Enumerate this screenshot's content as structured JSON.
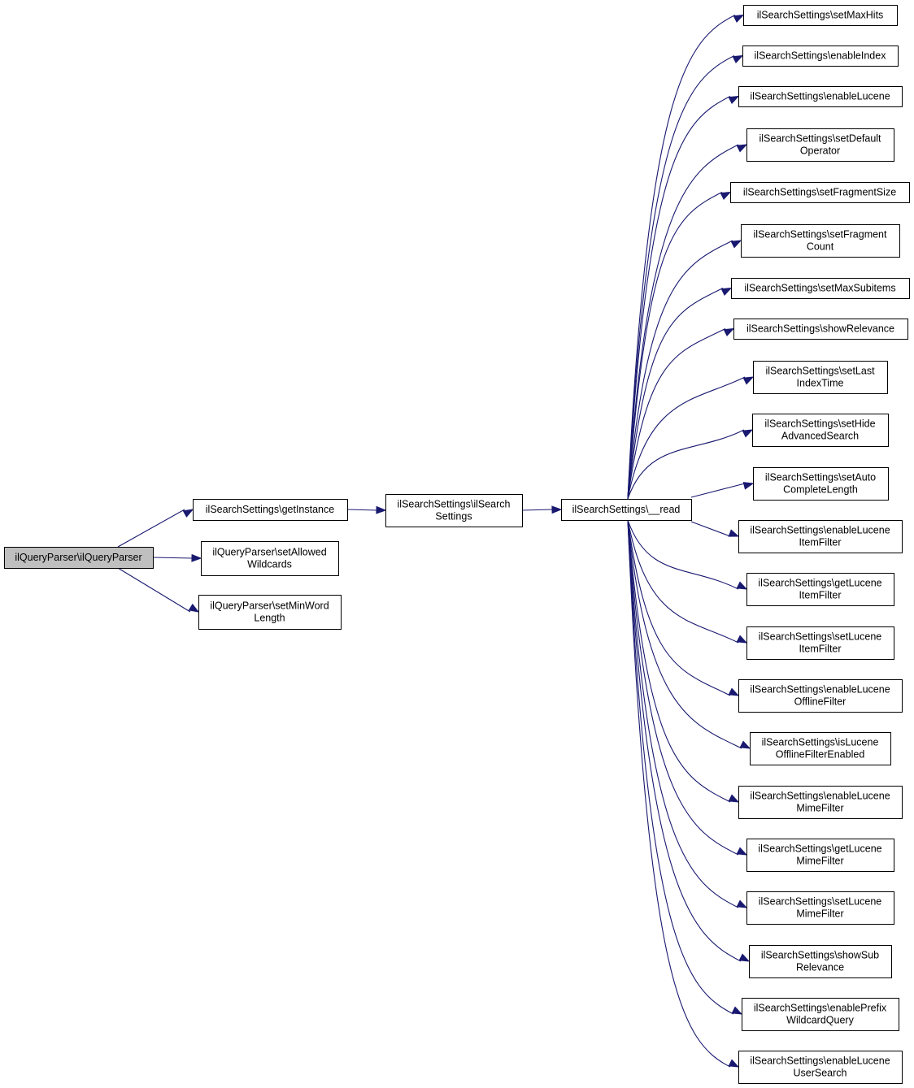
{
  "nodes": [
    {
      "id": "root",
      "lines": [
        "ilQueryParser\\ilQueryParser"
      ]
    },
    {
      "id": "getInstance",
      "lines": [
        "ilSearchSettings\\getInstance"
      ]
    },
    {
      "id": "setAllowedWildcards",
      "lines": [
        "ilQueryParser\\setAllowed",
        "Wildcards"
      ]
    },
    {
      "id": "setMinWordLength",
      "lines": [
        "ilQueryParser\\setMinWord",
        "Length"
      ]
    },
    {
      "id": "ctor",
      "lines": [
        "ilSearchSettings\\ilSearch",
        "Settings"
      ]
    },
    {
      "id": "read",
      "lines": [
        "ilSearchSettings\\__read"
      ]
    },
    {
      "id": "setMaxHits",
      "lines": [
        "ilSearchSettings\\setMaxHits"
      ]
    },
    {
      "id": "enableIndex",
      "lines": [
        "ilSearchSettings\\enableIndex"
      ]
    },
    {
      "id": "enableLucene",
      "lines": [
        "ilSearchSettings\\enableLucene"
      ]
    },
    {
      "id": "setDefaultOperator",
      "lines": [
        "ilSearchSettings\\setDefault",
        "Operator"
      ]
    },
    {
      "id": "setFragmentSize",
      "lines": [
        "ilSearchSettings\\setFragmentSize"
      ]
    },
    {
      "id": "setFragmentCount",
      "lines": [
        "ilSearchSettings\\setFragment",
        "Count"
      ]
    },
    {
      "id": "setMaxSubitems",
      "lines": [
        "ilSearchSettings\\setMaxSubitems"
      ]
    },
    {
      "id": "showRelevance",
      "lines": [
        "ilSearchSettings\\showRelevance"
      ]
    },
    {
      "id": "setLastIndexTime",
      "lines": [
        "ilSearchSettings\\setLast",
        "IndexTime"
      ]
    },
    {
      "id": "setHideAdvancedSearch",
      "lines": [
        "ilSearchSettings\\setHide",
        "AdvancedSearch"
      ]
    },
    {
      "id": "setAutoCompleteLength",
      "lines": [
        "ilSearchSettings\\setAuto",
        "CompleteLength"
      ]
    },
    {
      "id": "enableLuceneItemFilter",
      "lines": [
        "ilSearchSettings\\enableLucene",
        "ItemFilter"
      ]
    },
    {
      "id": "getLuceneItemFilter",
      "lines": [
        "ilSearchSettings\\getLucene",
        "ItemFilter"
      ]
    },
    {
      "id": "setLuceneItemFilter",
      "lines": [
        "ilSearchSettings\\setLucene",
        "ItemFilter"
      ]
    },
    {
      "id": "enableLuceneOfflineFilter",
      "lines": [
        "ilSearchSettings\\enableLucene",
        "OfflineFilter"
      ]
    },
    {
      "id": "isLuceneOfflineFilterEnabled",
      "lines": [
        "ilSearchSettings\\isLucene",
        "OfflineFilterEnabled"
      ]
    },
    {
      "id": "enableLuceneMimeFilter",
      "lines": [
        "ilSearchSettings\\enableLucene",
        "MimeFilter"
      ]
    },
    {
      "id": "getLuceneMimeFilter",
      "lines": [
        "ilSearchSettings\\getLucene",
        "MimeFilter"
      ]
    },
    {
      "id": "setLuceneMimeFilter",
      "lines": [
        "ilSearchSettings\\setLucene",
        "MimeFilter"
      ]
    },
    {
      "id": "showSubRelevance",
      "lines": [
        "ilSearchSettings\\showSub",
        "Relevance"
      ]
    },
    {
      "id": "enablePrefixWildcardQuery",
      "lines": [
        "ilSearchSettings\\enablePrefix",
        "WildcardQuery"
      ]
    },
    {
      "id": "enableLuceneUserSearch",
      "lines": [
        "ilSearchSettings\\enableLucene",
        "UserSearch"
      ]
    }
  ],
  "edges": [
    [
      "root",
      "getInstance"
    ],
    [
      "root",
      "setAllowedWildcards"
    ],
    [
      "root",
      "setMinWordLength"
    ],
    [
      "getInstance",
      "ctor"
    ],
    [
      "ctor",
      "read"
    ],
    [
      "read",
      "setMaxHits"
    ],
    [
      "read",
      "enableIndex"
    ],
    [
      "read",
      "enableLucene"
    ],
    [
      "read",
      "setDefaultOperator"
    ],
    [
      "read",
      "setFragmentSize"
    ],
    [
      "read",
      "setFragmentCount"
    ],
    [
      "read",
      "setMaxSubitems"
    ],
    [
      "read",
      "showRelevance"
    ],
    [
      "read",
      "setLastIndexTime"
    ],
    [
      "read",
      "setHideAdvancedSearch"
    ],
    [
      "read",
      "setAutoCompleteLength"
    ],
    [
      "read",
      "enableLuceneItemFilter"
    ],
    [
      "read",
      "getLuceneItemFilter"
    ],
    [
      "read",
      "setLuceneItemFilter"
    ],
    [
      "read",
      "enableLuceneOfflineFilter"
    ],
    [
      "read",
      "isLuceneOfflineFilterEnabled"
    ],
    [
      "read",
      "enableLuceneMimeFilter"
    ],
    [
      "read",
      "getLuceneMimeFilter"
    ],
    [
      "read",
      "setLuceneMimeFilter"
    ],
    [
      "read",
      "showSubRelevance"
    ],
    [
      "read",
      "enablePrefixWildcardQuery"
    ],
    [
      "read",
      "enableLuceneUserSearch"
    ]
  ],
  "colors": {
    "edge": "#191970",
    "root_fill": "#bfbfbf",
    "node_fill": "#ffffff",
    "border": "#000000"
  }
}
